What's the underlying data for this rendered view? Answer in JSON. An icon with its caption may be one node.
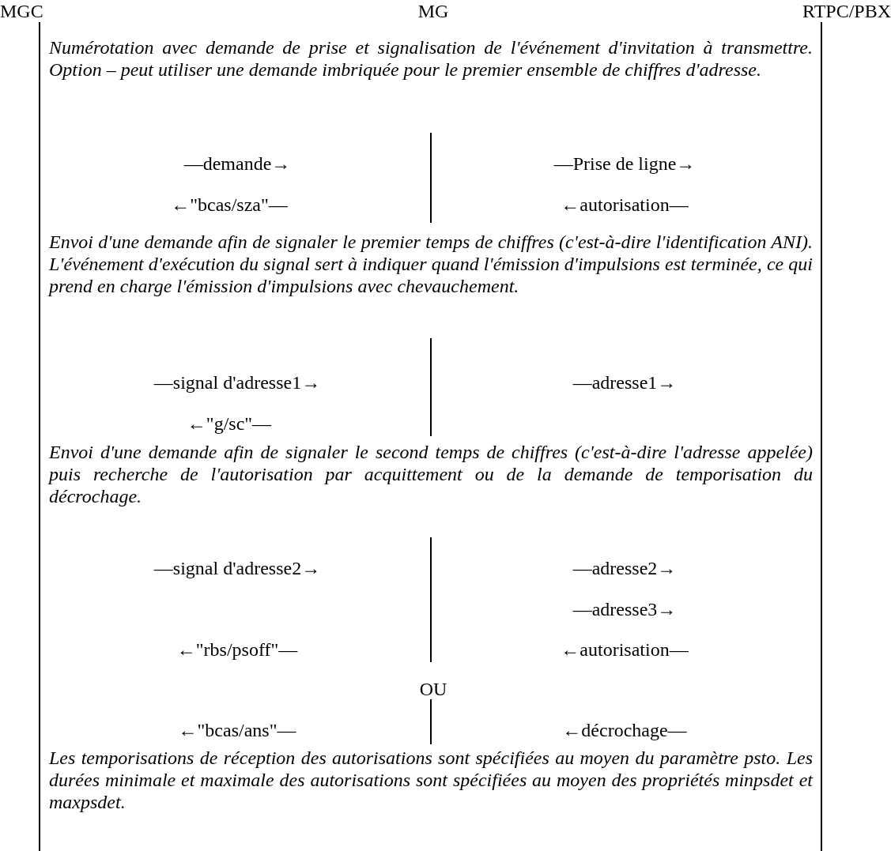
{
  "diagram": {
    "labels": [
      "MGC",
      "MG",
      "RTPC/PBX",
      "Numérotation avec demande de prise et signalisation de l'événement d'invitation à transmettre. Option – peut utiliser une demande imbriquée pour le premier ensemble de chiffres d'adresse.",
      "—demande→",
      "—Prise de ligne→",
      "←\"bcas/sza\"—",
      "←autorisation—",
      "Envoi d'une demande afin de signaler le premier temps de chiffres (c'est-à-dire l'identification ANI). L'événement d'exécution du signal sert à indiquer quand l'émission d'impulsions est terminée, ce qui prend en charge l'émission d'impulsions avec chevauchement.",
      "—signal d'adresse1→",
      "—adresse1→",
      "←\"g/sc\"—",
      "Envoi d'une demande afin de signaler le second temps de chiffres (c'est-à-dire l'adresse appelée) puis recherche de l'autorisation par acquittement ou de la demande de temporisation du décrochage.",
      "—signal d'adresse2→",
      "—adresse2→",
      "—adresse3→",
      "←\"rbs/psoff\"—",
      "←autorisation—",
      "OU",
      "←\"bcas/ans\"—",
      "←décrochage—",
      "Les temporisations de réception des autorisations sont spécifiées au moyen du paramètre psto. Les durées minimale et maximale des autorisations sont spécifiées au moyen des propriétés minpsdet et maxpsdet."
    ]
  }
}
